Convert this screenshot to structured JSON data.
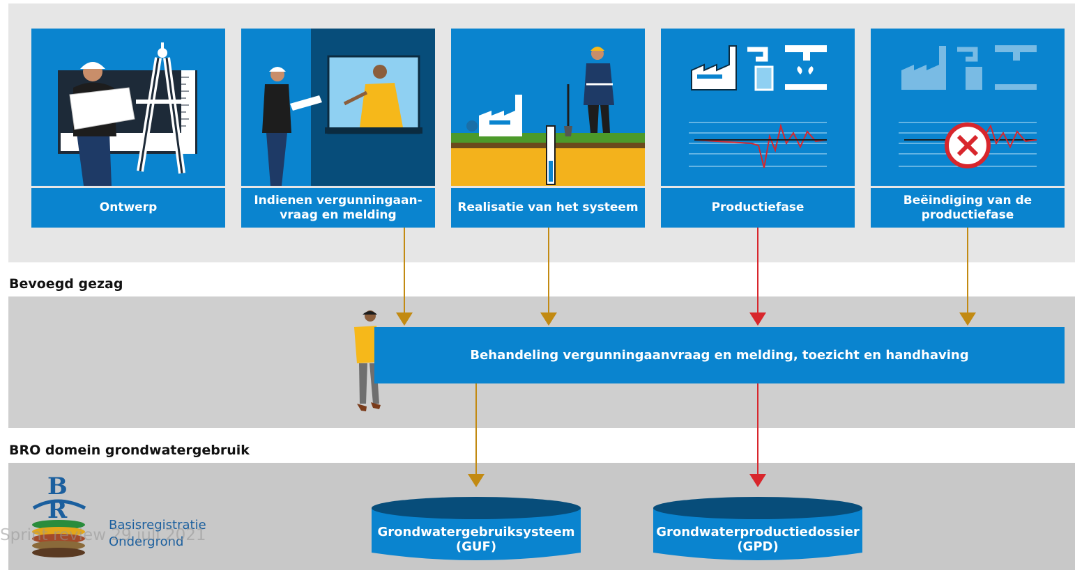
{
  "phases": [
    {
      "id": "ontwerp",
      "label": "Ontwerp"
    },
    {
      "id": "indienen",
      "label": "Indienen vergunningaan-vraag en melding"
    },
    {
      "id": "realisatie",
      "label": "Realisatie van het systeem"
    },
    {
      "id": "productie",
      "label": "Productiefase"
    },
    {
      "id": "beeindiging",
      "label": "Beëindiging van de productiefase"
    }
  ],
  "sections": {
    "authority": "Bevoegd gezag",
    "bro_domain": "BRO domein grondwatergebruik"
  },
  "process_bar": "Behandeling vergunningaanvraag en melding, toezicht en handhaving",
  "databases": [
    {
      "title": "Grondwatergebruiksysteem",
      "code": "(GUF)"
    },
    {
      "title": "Grondwaterproductiedossier",
      "code": "(GPD)"
    }
  ],
  "logo": {
    "line1": "Basisregistratie",
    "line2": "Ondergrond"
  },
  "watermark": "Sprint review 29 juli 2021",
  "colors": {
    "blue": "#0a84cf",
    "dark_blue": "#074d7a",
    "arrow_gold": "#c28a12",
    "arrow_red": "#d8262c",
    "yellow_shirt": "#f6b81a"
  }
}
